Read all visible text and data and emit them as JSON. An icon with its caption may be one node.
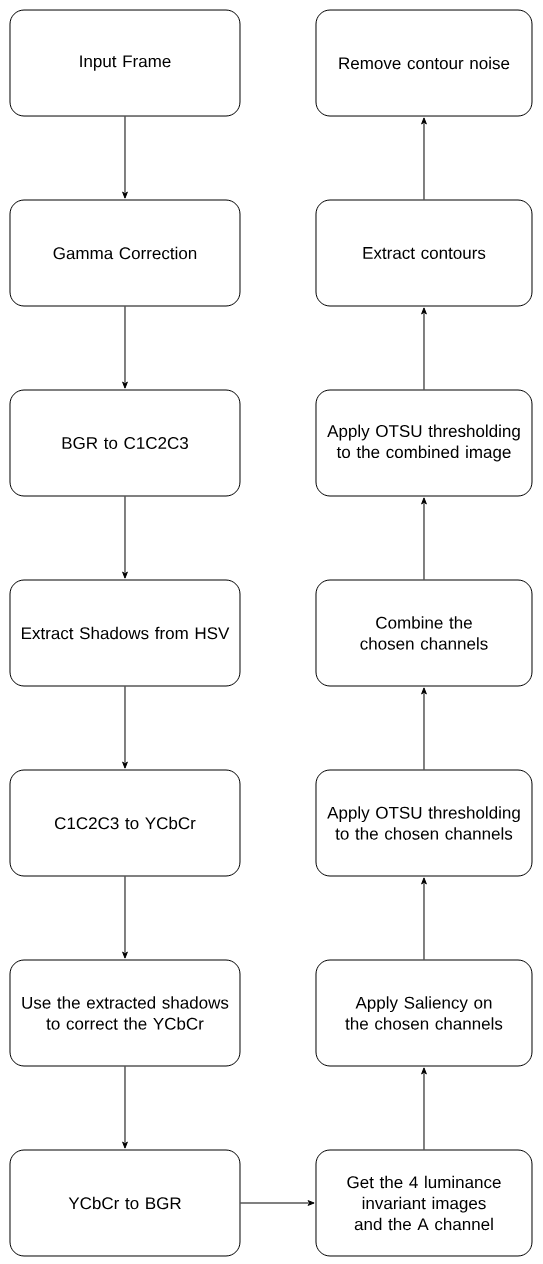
{
  "diagram": {
    "nodes": [
      {
        "text": [
          "Input Frame"
        ]
      },
      {
        "text": [
          "Gamma Correction"
        ]
      },
      {
        "text": [
          "BGR to C1C2C3"
        ]
      },
      {
        "text": [
          "Extract Shadows from HSV"
        ]
      },
      {
        "text": [
          "C1C2C3 to YCbCr"
        ]
      },
      {
        "text": [
          "Use the extracted shadows to correct the YCbCr"
        ]
      },
      {
        "text": [
          "YCbCr to BGR"
        ]
      },
      {
        "text": [
          "Get the 4 luminance invariant images and the A channel"
        ]
      },
      {
        "text": [
          "Apply Saliency on the chosen channels"
        ]
      },
      {
        "text": [
          "Apply OTSU thresholding to the chosen channels"
        ]
      },
      {
        "text": [
          "Combine the chosen channels"
        ]
      },
      {
        "text": [
          "Apply OTSU thresholding to the combined image"
        ]
      },
      {
        "text": [
          "Extract contours"
        ]
      },
      {
        "text": [
          "Remove contour noise"
        ]
      }
    ],
    "edges": [
      {
        "from": 0,
        "to": 1,
        "arrow": "to"
      },
      {
        "from": 1,
        "to": 2,
        "arrow": "to"
      },
      {
        "from": 2,
        "to": 3,
        "arrow": "to"
      },
      {
        "from": 3,
        "to": 4,
        "arrow": "to"
      },
      {
        "from": 4,
        "to": 5,
        "arrow": "to"
      },
      {
        "from": 5,
        "to": 6,
        "arrow": "to"
      },
      {
        "from": 6,
        "to": 7,
        "arrow": "to"
      },
      {
        "from": 7,
        "to": 8,
        "arrow": "to"
      },
      {
        "from": 8,
        "to": 9,
        "arrow": "to"
      },
      {
        "from": 9,
        "to": 10,
        "arrow": "to"
      },
      {
        "from": 10,
        "to": 11,
        "arrow": "to"
      },
      {
        "from": 11,
        "to": 12,
        "arrow": "to"
      },
      {
        "from": 12,
        "to": 13,
        "arrow": "to"
      }
    ]
  }
}
